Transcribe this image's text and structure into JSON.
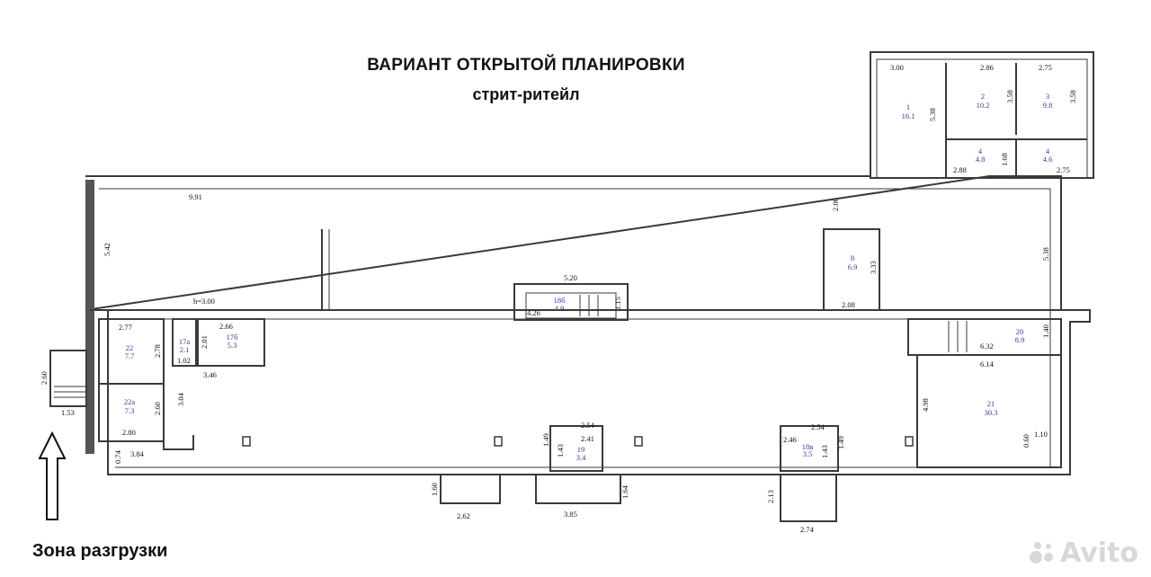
{
  "heading": {
    "title": "ВАРИАНТ ОТКРЫТОЙ ПЛАНИРОВКИ",
    "subtitle": "стрит-ритейл"
  },
  "footer": {
    "zone_label": "Зона разгрузки",
    "watermark_text": "Avito"
  },
  "colors": {
    "wall": "#3a3a3a",
    "room_label": "#3a3aa0",
    "watermark": "#d8d8d8"
  },
  "icons": {
    "arrow": "up-arrow-icon",
    "watermark": "avito-logo-icon"
  },
  "plan": {
    "ceiling_height": "h=3.00",
    "dimensions": {
      "d_300": "3.00",
      "d_286": "2.86",
      "d_275a": "2.75",
      "d_538a": "5.38",
      "d_358a": "3.58",
      "d_358b": "3.58",
      "d_288": "2.88",
      "d_168": "1.68",
      "d_275b": "2.75",
      "d_991": "9.91",
      "d_542": "5.42",
      "d_200": "2.00",
      "d_538b": "5.38",
      "d_333": "3.33",
      "d_208": "2.08",
      "d_520": "5.20",
      "d_426": "4.26",
      "d_115": "1.15",
      "d_277": "2.77",
      "d_278": "2.78",
      "d_266": "2.66",
      "d_201": "2.01",
      "d_102": "1.02",
      "d_346": "3.46",
      "d_304": "3.04",
      "d_260a": "2.60",
      "d_260b": "2.60",
      "d_153": "1.53",
      "d_280": "2.80",
      "d_384": "3.84",
      "d_074": "0.74",
      "d_632": "6.32",
      "d_140": "1.40",
      "d_614": "6.14",
      "d_498": "4.98",
      "d_110": "1.10",
      "d_060": "0.60",
      "d_254a": "2.54",
      "d_241": "2.41",
      "d_149a": "1.49",
      "d_143a": "1.43",
      "d_254b": "2.54",
      "d_246": "2.46",
      "d_143b": "1.43",
      "d_149b": "1.49",
      "d_160": "1.60",
      "d_164": "1.64",
      "d_262": "2.62",
      "d_385": "3.85",
      "d_213": "2.13",
      "d_274": "2.74"
    },
    "rooms": {
      "r1": {
        "num": "1",
        "area": "16.1"
      },
      "r2": {
        "num": "2",
        "area": "10.2"
      },
      "r3": {
        "num": "3",
        "area": "9.8"
      },
      "r4": {
        "num": "4",
        "area": "4.8"
      },
      "r5": {
        "num": "4",
        "area": "4.6"
      },
      "r8": {
        "num": "8",
        "area": "6.9"
      },
      "r18b": {
        "num": "18б",
        "area": "4.9"
      },
      "r22": {
        "num": "22",
        "area": "7.7"
      },
      "r22a": {
        "num": "22а",
        "area": "7.3"
      },
      "r17a": {
        "num": "17а",
        "area": "2.1"
      },
      "r17b": {
        "num": "17б",
        "area": "5.3"
      },
      "r20": {
        "num": "20",
        "area": "8.9"
      },
      "r21": {
        "num": "21",
        "area": "30.3"
      },
      "r19": {
        "num": "19",
        "area": "3.4"
      },
      "r18v": {
        "num": "18в",
        "area": "3.5"
      }
    }
  }
}
